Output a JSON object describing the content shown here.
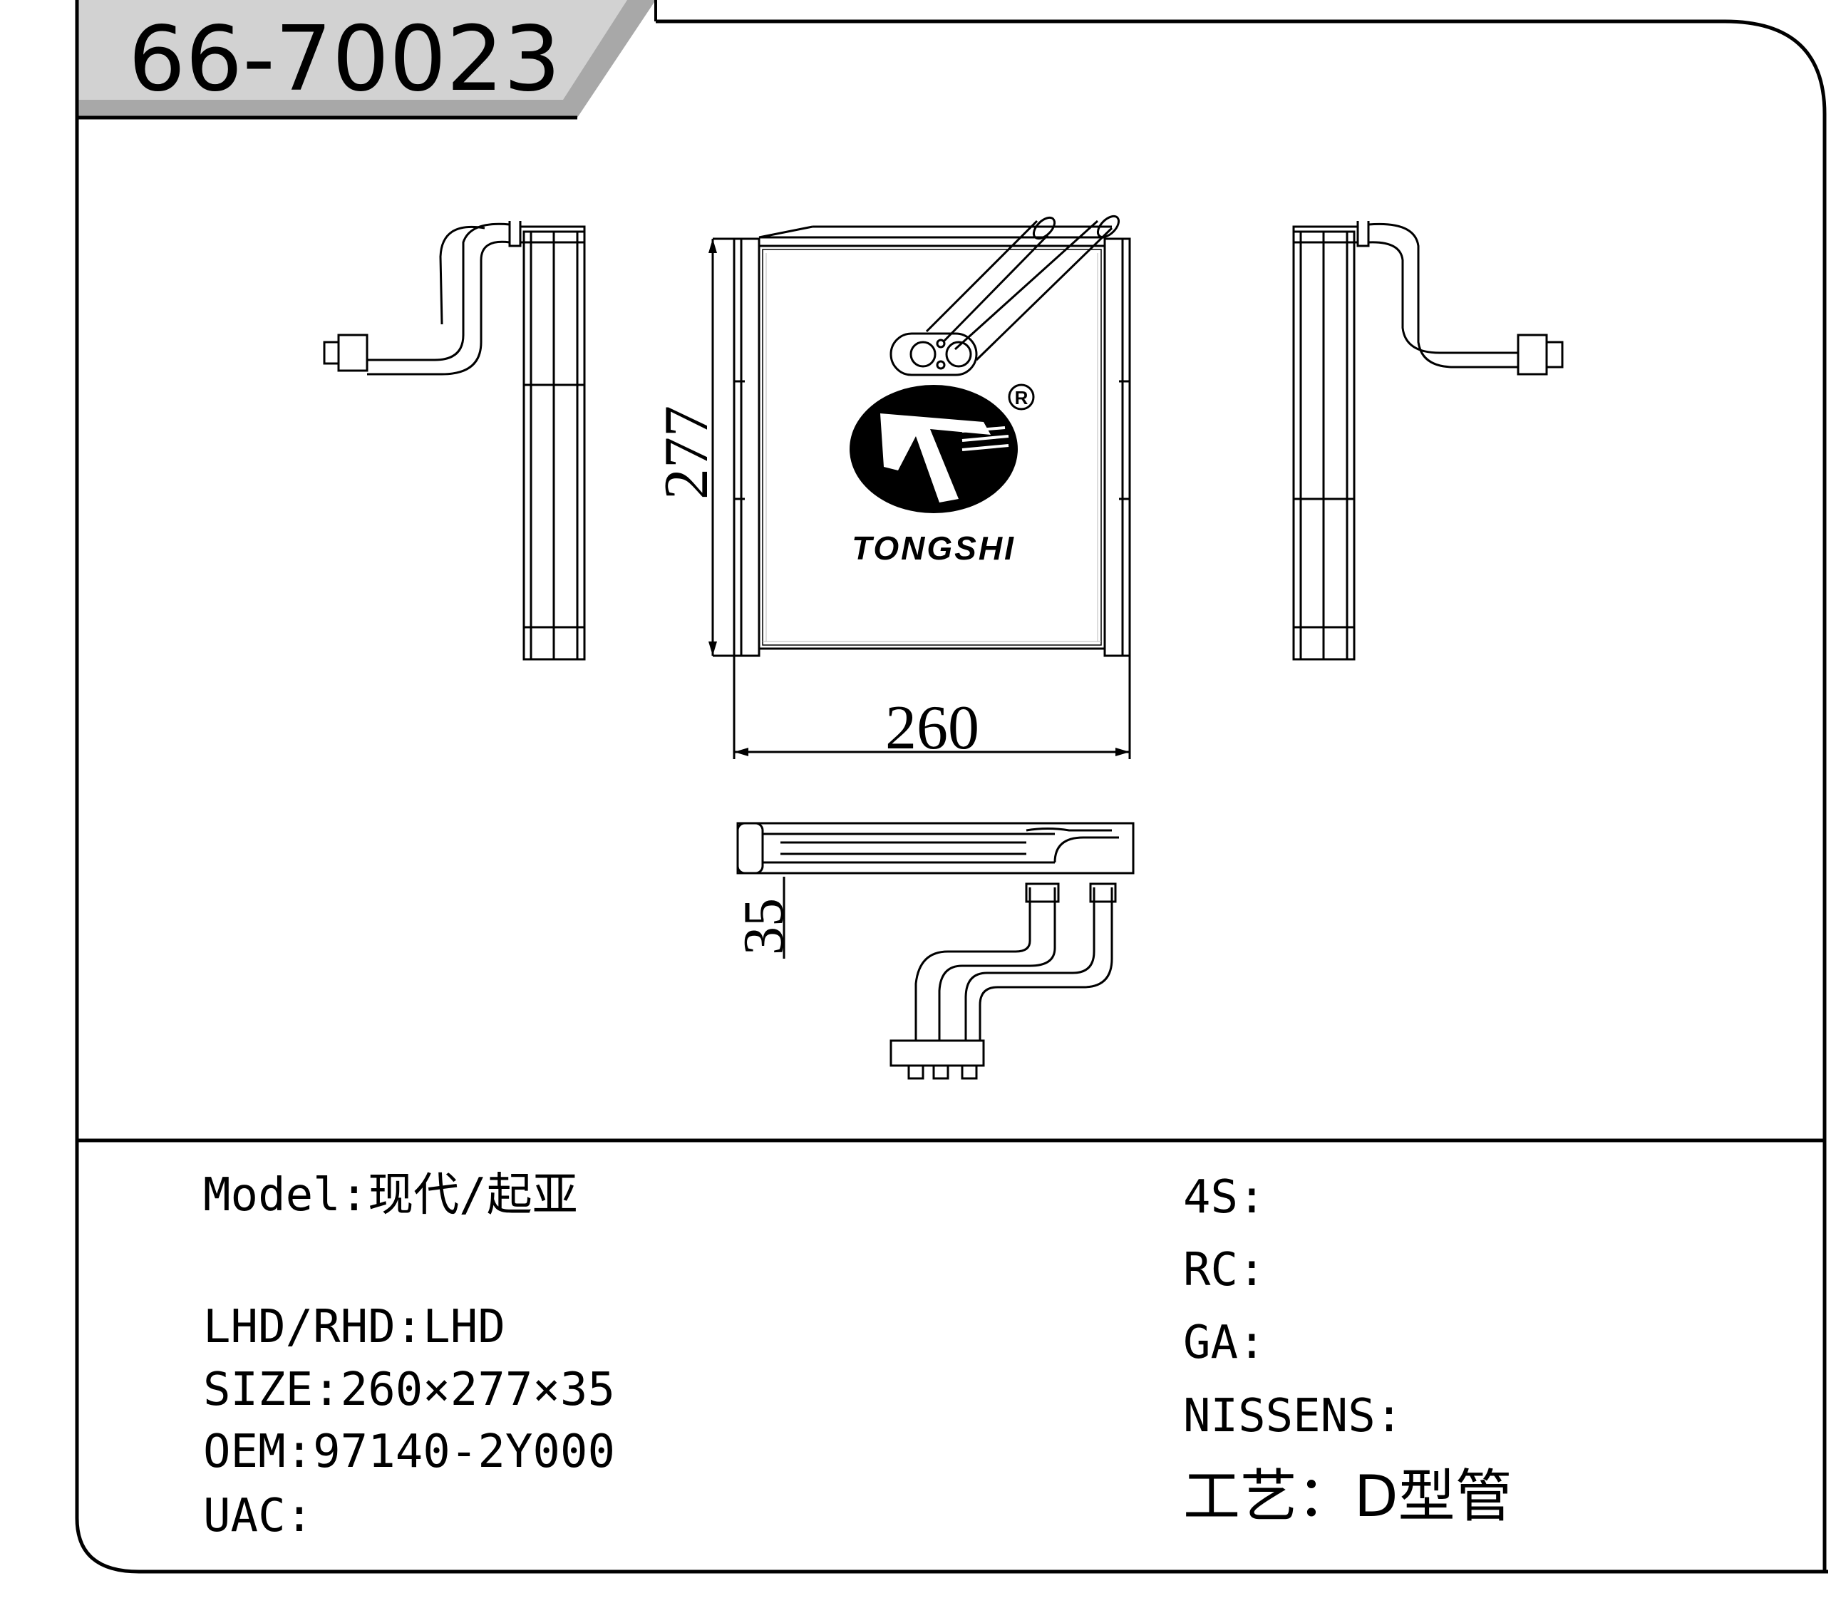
{
  "title": "66-70023",
  "drawing": {
    "dim_height": "277",
    "dim_width": "260",
    "dim_depth": "35",
    "brand": "TONGSHI",
    "registered_mark": "R"
  },
  "specs_left": {
    "model": "Model:现代/起亚",
    "lhd_rhd": "LHD/RHD:LHD",
    "size": "SIZE:260×277×35",
    "oem": "OEM:97140-2Y000",
    "uac": "UAC:"
  },
  "specs_right": {
    "s4": "4S:",
    "rc": "RC:",
    "ga": "GA:",
    "nissens": "NISSENS:",
    "craft": "工艺：D型管"
  }
}
